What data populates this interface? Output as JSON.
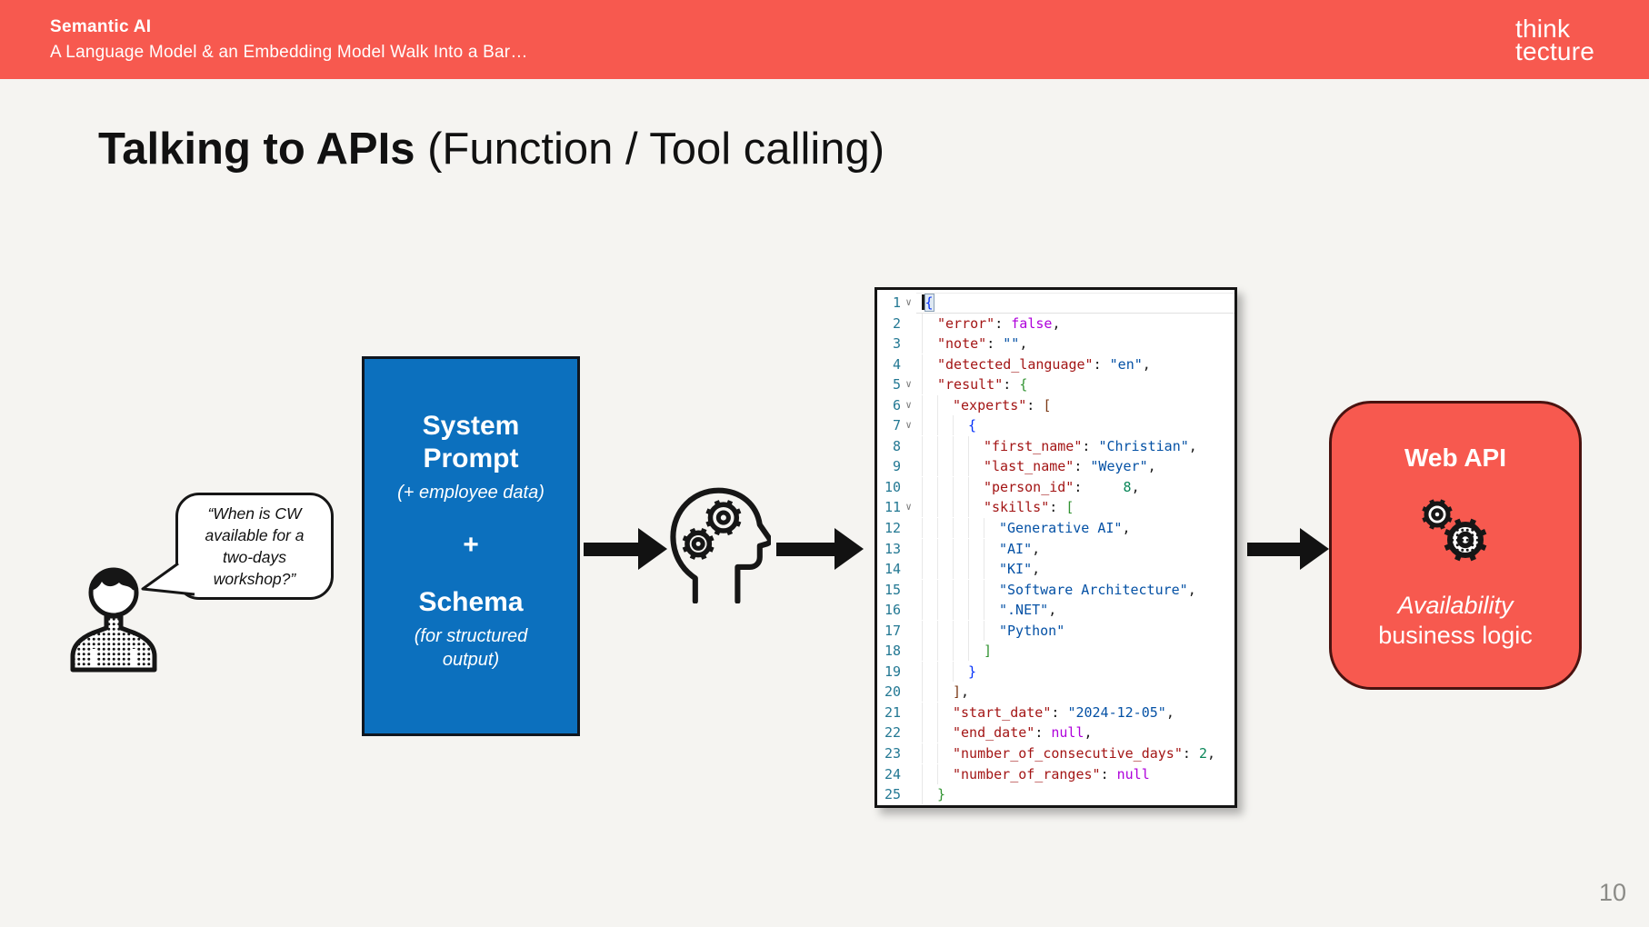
{
  "header": {
    "title": "Semantic AI",
    "subtitle": "A Language Model & an Embedding Model Walk Into a Bar…",
    "logo": [
      "think",
      "tecture"
    ]
  },
  "slide": {
    "title_bold": "Talking to APIs",
    "title_regular": " (Function / Tool calling)",
    "page_number": "10"
  },
  "bubble": {
    "lines": [
      "“When is CW",
      "available for a",
      "two-days",
      "workshop?”"
    ]
  },
  "prompt_box": {
    "title": "System Prompt",
    "note": "(+ employee data)",
    "plus": "+",
    "title2": "Schema",
    "note2": "(for structured output)"
  },
  "api_box": {
    "title": "Web API",
    "line1": "Availability",
    "line2": "business logic"
  },
  "icons": {
    "fold_chevron": "∨",
    "names": [
      "person-icon",
      "head-gears-icon",
      "gear-icon",
      "gears-icon",
      "fold-chevron-icon",
      "thinktecture-logo"
    ]
  },
  "colors": {
    "accent-red": "#F7594F",
    "page-bg": "#F5F4F1",
    "accent-blue": "#0C70BE",
    "blue-border": "#10161F",
    "red-border": "#4A1310",
    "ink": "#111111",
    "page-num": "#8B8B87",
    "c-key": "#A31515",
    "c-str": "#0451A5",
    "c-kw": "#AF00DB",
    "c-num": "#098658",
    "c-b1": "#0431FA",
    "c-b2": "#319331",
    "c-b3": "#7B3814",
    "c-ln": "#237893"
  },
  "editor": {
    "lines": [
      {
        "n": 1,
        "indent": 0,
        "fold": true,
        "cursor": true,
        "tokens": [
          {
            "t": "{",
            "c": "b1",
            "boxed": true
          }
        ]
      },
      {
        "n": 2,
        "indent": 1,
        "tokens": [
          {
            "t": "\"error\"",
            "c": "k"
          },
          {
            "t": ": ",
            "c": "p"
          },
          {
            "t": "false",
            "c": "w"
          },
          {
            "t": ",",
            "c": "p"
          }
        ]
      },
      {
        "n": 3,
        "indent": 1,
        "tokens": [
          {
            "t": "\"note\"",
            "c": "k"
          },
          {
            "t": ": ",
            "c": "p"
          },
          {
            "t": "\"\"",
            "c": "s"
          },
          {
            "t": ",",
            "c": "p"
          }
        ]
      },
      {
        "n": 4,
        "indent": 1,
        "tokens": [
          {
            "t": "\"detected_language\"",
            "c": "k"
          },
          {
            "t": ": ",
            "c": "p"
          },
          {
            "t": "\"en\"",
            "c": "s"
          },
          {
            "t": ",",
            "c": "p"
          }
        ]
      },
      {
        "n": 5,
        "indent": 1,
        "fold": true,
        "tokens": [
          {
            "t": "\"result\"",
            "c": "k"
          },
          {
            "t": ": ",
            "c": "p"
          },
          {
            "t": "{",
            "c": "b2"
          }
        ]
      },
      {
        "n": 6,
        "indent": 2,
        "fold": true,
        "tokens": [
          {
            "t": "\"experts\"",
            "c": "k"
          },
          {
            "t": ": ",
            "c": "p"
          },
          {
            "t": "[",
            "c": "b3"
          }
        ]
      },
      {
        "n": 7,
        "indent": 3,
        "fold": true,
        "tokens": [
          {
            "t": "{",
            "c": "b1"
          }
        ]
      },
      {
        "n": 8,
        "indent": 4,
        "tokens": [
          {
            "t": "\"first_name\"",
            "c": "k"
          },
          {
            "t": ": ",
            "c": "p"
          },
          {
            "t": "\"Christian\"",
            "c": "s"
          },
          {
            "t": ",",
            "c": "p"
          }
        ]
      },
      {
        "n": 9,
        "indent": 4,
        "tokens": [
          {
            "t": "\"last_name\"",
            "c": "k"
          },
          {
            "t": ": ",
            "c": "p"
          },
          {
            "t": "\"Weyer\"",
            "c": "s"
          },
          {
            "t": ",",
            "c": "p"
          }
        ]
      },
      {
        "n": 10,
        "indent": 4,
        "tokens": [
          {
            "t": "\"person_id\"",
            "c": "k"
          },
          {
            "t": ": ",
            "c": "p"
          },
          {
            "t": "    8",
            "c": "n"
          },
          {
            "t": ",",
            "c": "p"
          }
        ]
      },
      {
        "n": 11,
        "indent": 4,
        "fold": true,
        "tokens": [
          {
            "t": "\"skills\"",
            "c": "k"
          },
          {
            "t": ": ",
            "c": "p"
          },
          {
            "t": "[",
            "c": "b2"
          }
        ]
      },
      {
        "n": 12,
        "indent": 5,
        "tokens": [
          {
            "t": "\"Generative AI\"",
            "c": "s"
          },
          {
            "t": ",",
            "c": "p"
          }
        ]
      },
      {
        "n": 13,
        "indent": 5,
        "tokens": [
          {
            "t": "\"AI\"",
            "c": "s"
          },
          {
            "t": ",",
            "c": "p"
          }
        ]
      },
      {
        "n": 14,
        "indent": 5,
        "tokens": [
          {
            "t": "\"KI\"",
            "c": "s"
          },
          {
            "t": ",",
            "c": "p"
          }
        ]
      },
      {
        "n": 15,
        "indent": 5,
        "tokens": [
          {
            "t": "\"Software Architecture\"",
            "c": "s"
          },
          {
            "t": ",",
            "c": "p"
          }
        ]
      },
      {
        "n": 16,
        "indent": 5,
        "tokens": [
          {
            "t": "\".NET\"",
            "c": "s"
          },
          {
            "t": ",",
            "c": "p"
          }
        ]
      },
      {
        "n": 17,
        "indent": 5,
        "tokens": [
          {
            "t": "\"Python\"",
            "c": "s"
          }
        ]
      },
      {
        "n": 18,
        "indent": 4,
        "tokens": [
          {
            "t": "]",
            "c": "b2"
          }
        ]
      },
      {
        "n": 19,
        "indent": 3,
        "tokens": [
          {
            "t": "}",
            "c": "b1"
          }
        ]
      },
      {
        "n": 20,
        "indent": 2,
        "tokens": [
          {
            "t": "]",
            "c": "b3"
          },
          {
            "t": ",",
            "c": "p"
          }
        ]
      },
      {
        "n": 21,
        "indent": 2,
        "tokens": [
          {
            "t": "\"start_date\"",
            "c": "k"
          },
          {
            "t": ": ",
            "c": "p"
          },
          {
            "t": "\"2024-12-05\"",
            "c": "s"
          },
          {
            "t": ",",
            "c": "p"
          }
        ]
      },
      {
        "n": 22,
        "indent": 2,
        "tokens": [
          {
            "t": "\"end_date\"",
            "c": "k"
          },
          {
            "t": ": ",
            "c": "p"
          },
          {
            "t": "null",
            "c": "w"
          },
          {
            "t": ",",
            "c": "p"
          }
        ]
      },
      {
        "n": 23,
        "indent": 2,
        "tokens": [
          {
            "t": "\"number_of_consecutive_days\"",
            "c": "k"
          },
          {
            "t": ": ",
            "c": "p"
          },
          {
            "t": "2",
            "c": "n"
          },
          {
            "t": ",",
            "c": "p"
          }
        ]
      },
      {
        "n": 24,
        "indent": 2,
        "tokens": [
          {
            "t": "\"number_of_ranges\"",
            "c": "k"
          },
          {
            "t": ": ",
            "c": "p"
          },
          {
            "t": "null",
            "c": "w"
          }
        ]
      },
      {
        "n": 25,
        "indent": 1,
        "tokens": [
          {
            "t": "}",
            "c": "b2"
          }
        ]
      }
    ]
  }
}
